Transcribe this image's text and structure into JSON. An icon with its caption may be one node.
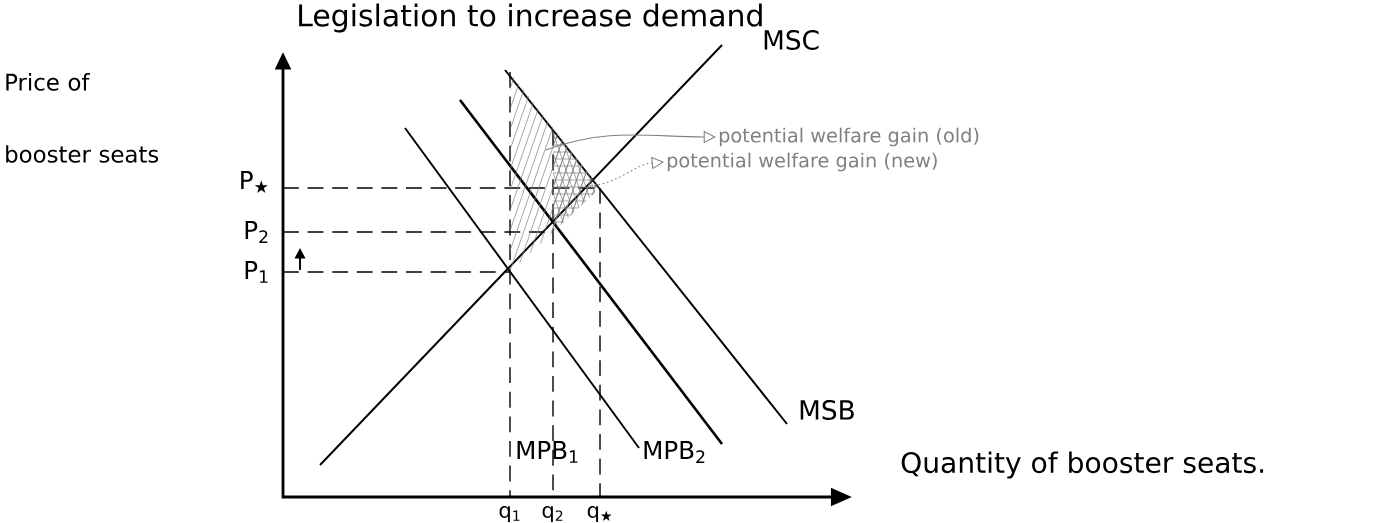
{
  "diagram": {
    "title": "Legislation to increase demand",
    "nodes": [
      {
        "text": [
          "potential welfare gain (old)"
        ]
      },
      {
        "text": [
          "potential welfare gain (new)"
        ]
      },
      {
        "text": [],
        "shape": "triangle"
      },
      {
        "text": [],
        "shape": "triangle",
        "in": 2
      }
    ],
    "edges": [
      {
        "from": 2,
        "to": 0,
        "arrow": "to"
      },
      {
        "from": 3,
        "to": 1,
        "arrow": "to",
        "style": "dashed"
      }
    ],
    "labels": [
      "MSC",
      "Price of booster seats",
      "P$_{★}$",
      "P$_{2}$",
      "P$_{1}$",
      "MSB",
      "MPB$_{1}$",
      "MPB$_{2}$",
      "Quantity of booster seats.",
      "q$_{1}$",
      "q$_{2}$",
      "q$_{★}$"
    ]
  }
}
